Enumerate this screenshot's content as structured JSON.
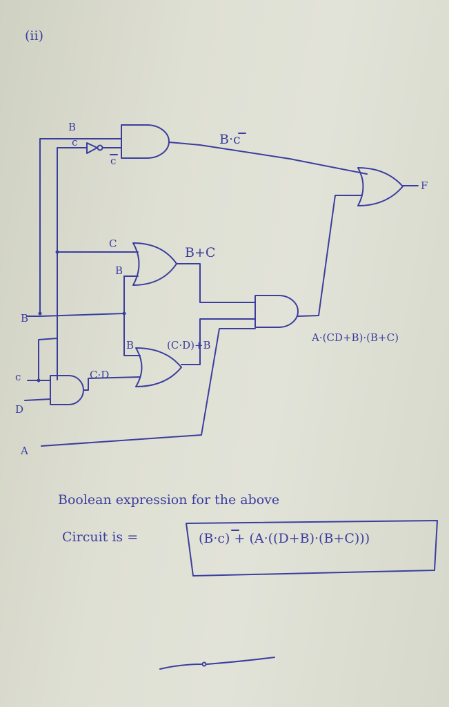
{
  "part_label": "(ii)",
  "inputs": {
    "b_top": "B",
    "c_top": "c",
    "c_not": "c",
    "c_mid": "C",
    "b_mid": "B",
    "b_left": "B",
    "b_low": "B",
    "c_left": "c",
    "d_left": "D",
    "a_left": "A"
  },
  "gate_labels": {
    "and_top": "B·c",
    "or_mid": "B+C",
    "or_low": "(C·D)+B",
    "and_low": "C·D",
    "and_mid": "A·(CD+B)·(B+C)",
    "output": "F"
  },
  "answer": {
    "line1": "Boolean expression for the above",
    "line2_prefix": "Circuit is =",
    "expression": "(B·c) + (A·((D+B)·(B+C)))"
  }
}
